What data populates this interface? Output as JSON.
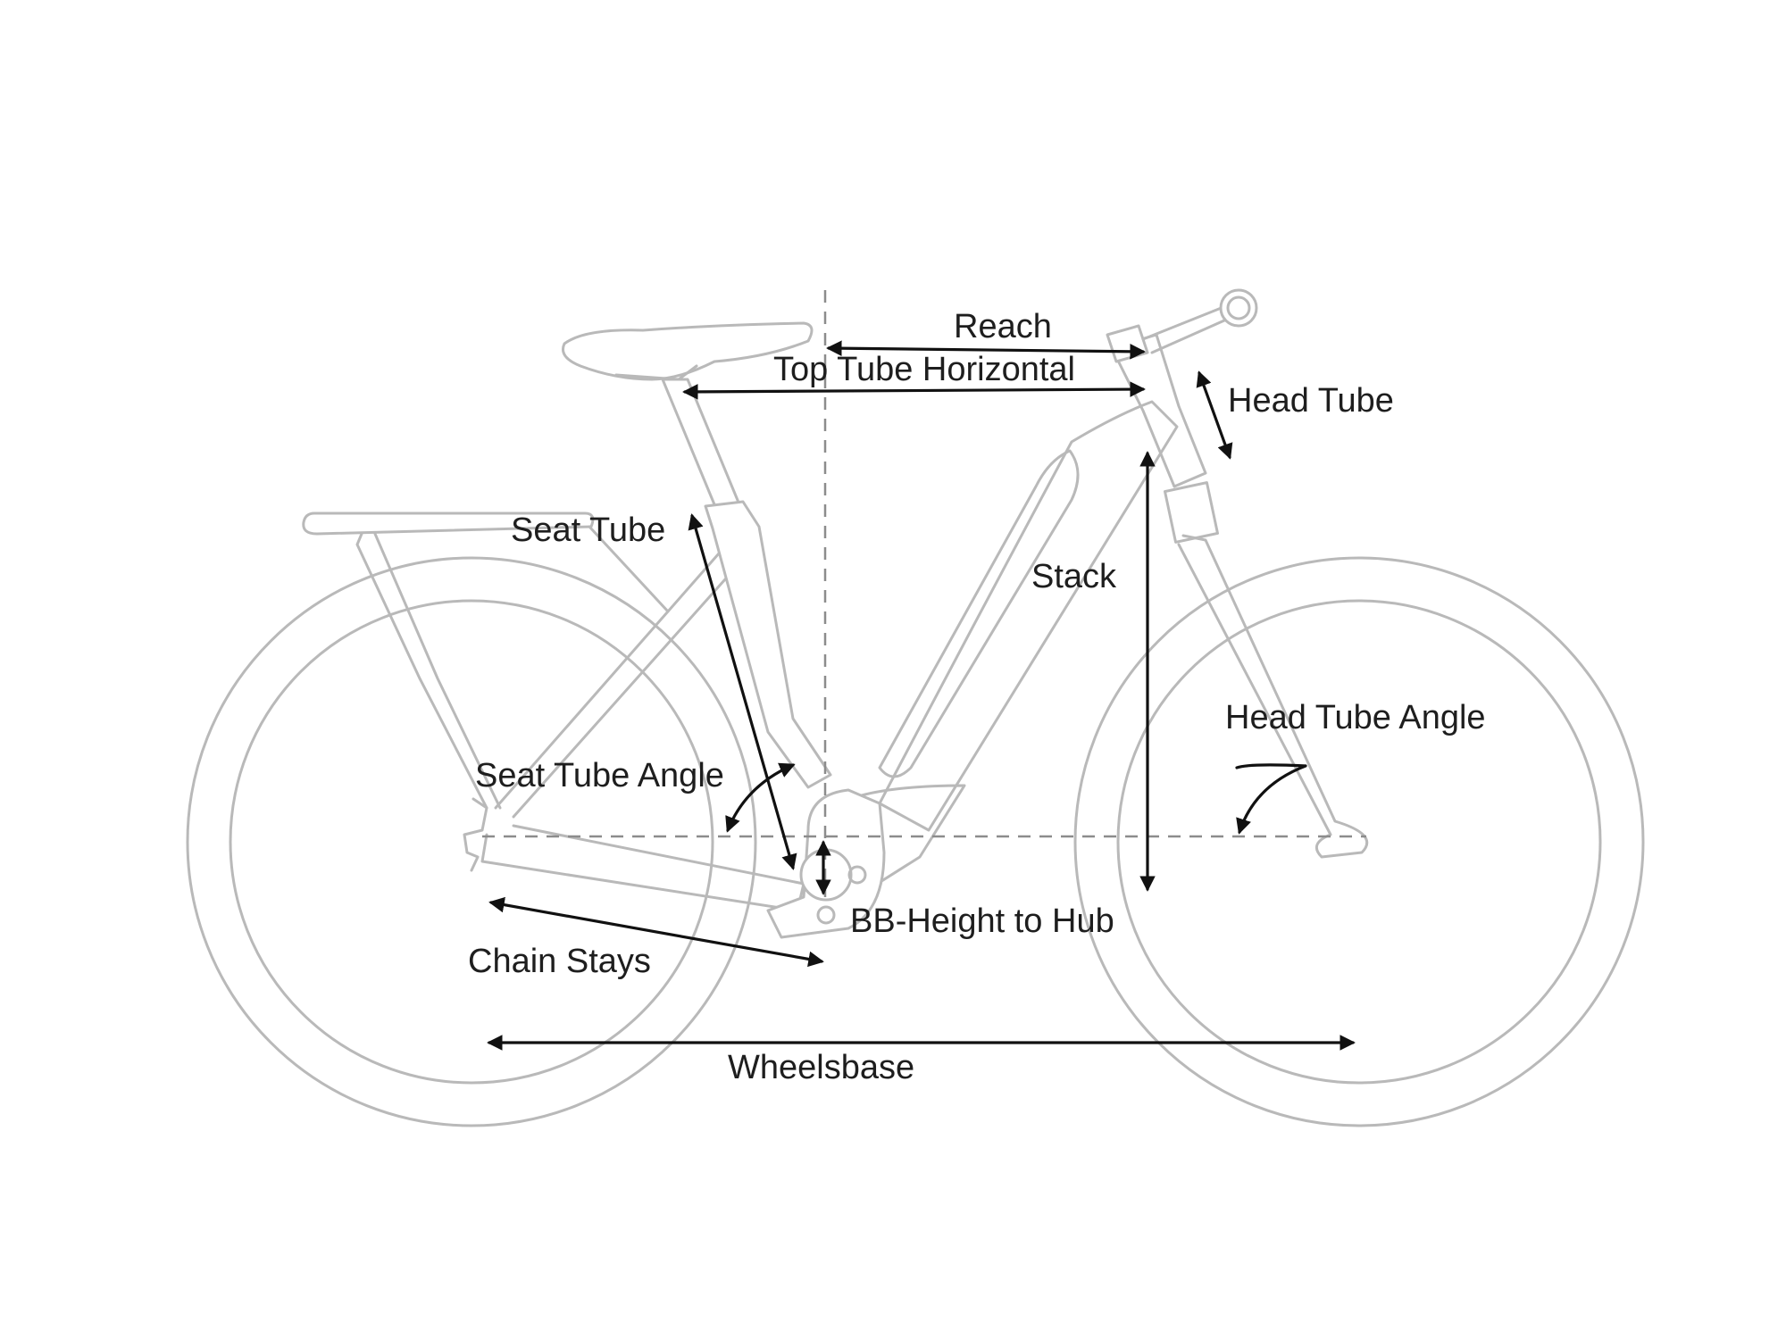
{
  "labels": {
    "reach": "Reach",
    "top_tube_horizontal": "Top Tube Horizontal",
    "head_tube": "Head Tube",
    "seat_tube": "Seat Tube",
    "stack": "Stack",
    "head_tube_angle": "Head Tube Angle",
    "seat_tube_angle": "Seat Tube Angle",
    "bb_height_to_hub": "BB-Height to Hub",
    "chain_stays": "Chain Stays",
    "wheelsbase": "Wheelsbase"
  },
  "colors": {
    "frame_outline": "#b9b9b9",
    "dimension_arrow": "#111111",
    "reference_dash": "#8c8c8c",
    "text": "#1e1e1e"
  }
}
